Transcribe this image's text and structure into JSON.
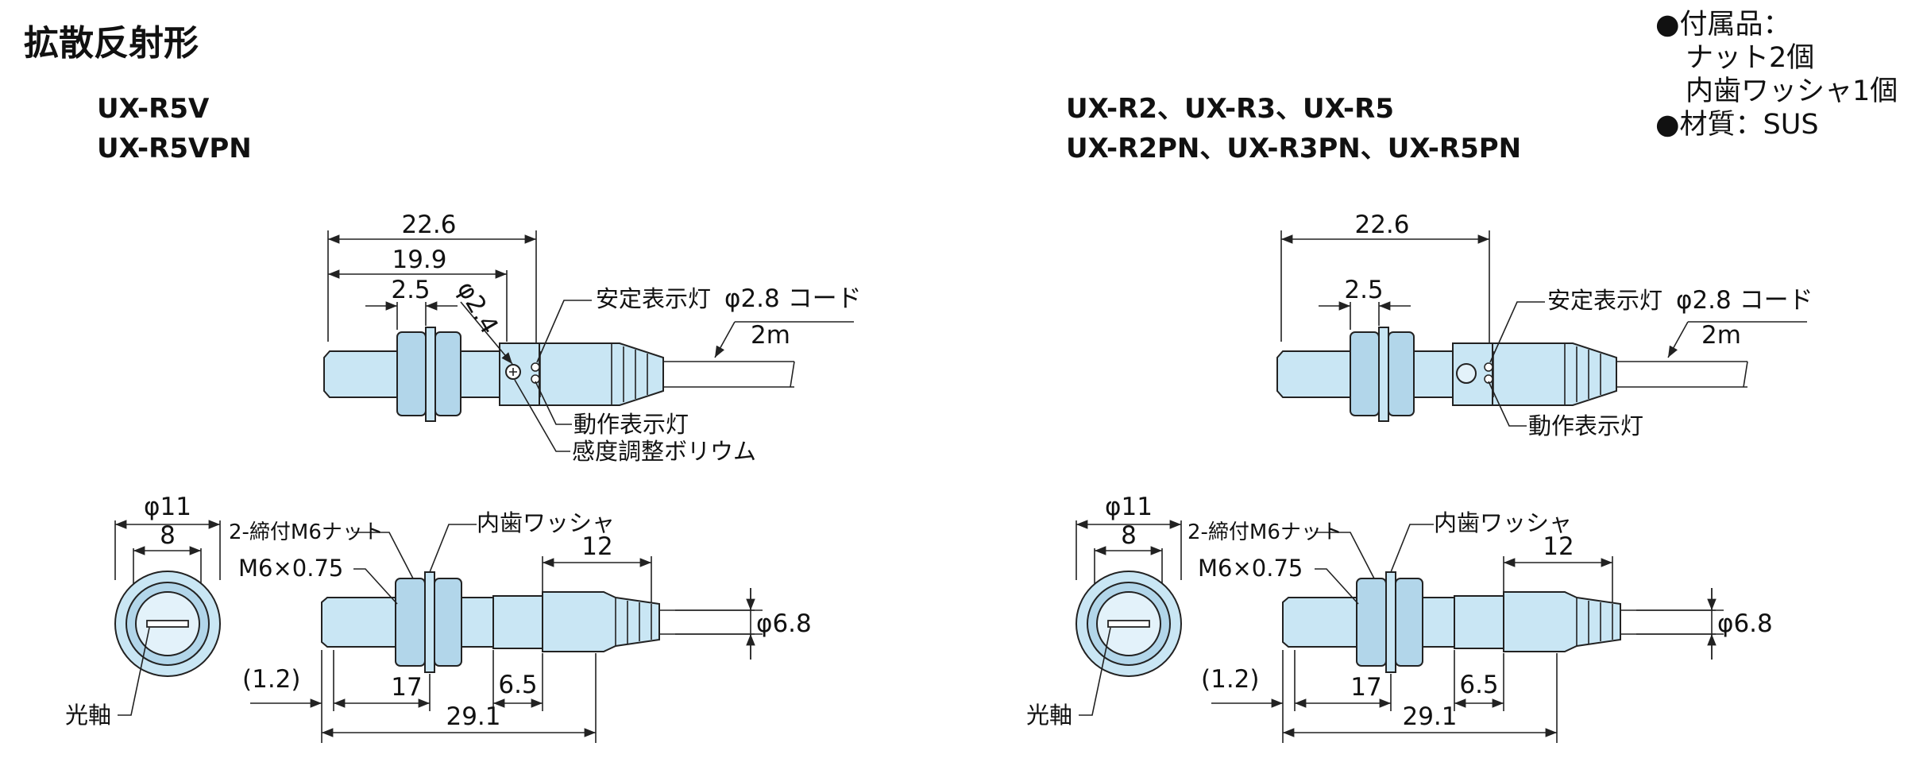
{
  "title": "拡散反射形",
  "accessories": {
    "line1": "●付属品：",
    "line2": "ナット2個",
    "line3": "内歯ワッシャ1個",
    "line4": "●材質：SUS"
  },
  "left": {
    "models": [
      "UX-R5V",
      "UX-R5VPN"
    ],
    "dims": {
      "total_len": "22.6",
      "len2": "19.9",
      "nut_w": "2.5",
      "led_dia": "φ2.4",
      "cord": "φ2.8 コード",
      "cord_len": "2m",
      "dia_outer": "φ11",
      "dia_inner": "8",
      "cable_len": "12",
      "cable_dia": "φ6.8",
      "offset": "(1.2)",
      "thread": "17",
      "rear": "6.5",
      "overall": "29.1"
    },
    "labels": {
      "stability": "安定表示灯",
      "operation": "動作表示灯",
      "sensitivity": "感度調整ボリウム",
      "washer": "内歯ワッシャ",
      "nut": "2-締付M6ナット",
      "thread_spec": "M6×0.75",
      "axis": "光軸"
    }
  },
  "right": {
    "models": [
      "UX-R2、UX-R3、UX-R5",
      "UX-R2PN、UX-R3PN、UX-R5PN"
    ],
    "dims": {
      "total_len": "22.6",
      "nut_w": "2.5",
      "cord": "φ2.8 コード",
      "cord_len": "2m",
      "dia_outer": "φ11",
      "dia_inner": "8",
      "cable_len": "12",
      "cable_dia": "φ6.8",
      "offset": "(1.2)",
      "thread": "17",
      "rear": "6.5",
      "overall": "29.1"
    },
    "labels": {
      "stability": "安定表示灯",
      "operation": "動作表示灯",
      "washer": "内歯ワッシャ",
      "nut": "2-締付M6ナット",
      "thread_spec": "M6×0.75",
      "axis": "光軸"
    }
  }
}
